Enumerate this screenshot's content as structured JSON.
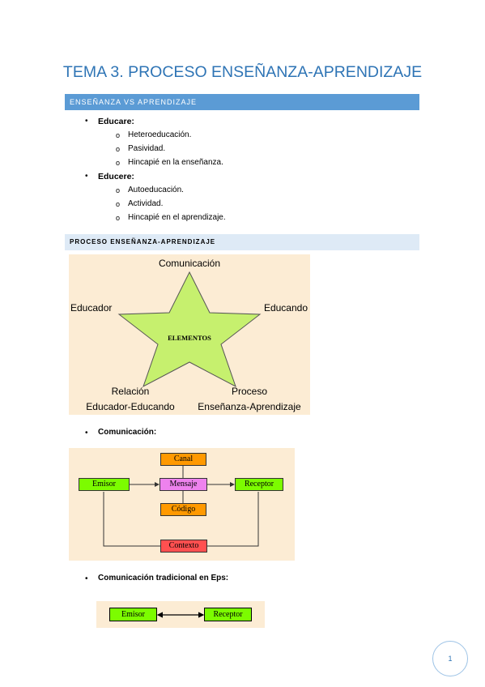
{
  "title": "TEMA 3. PROCESO ENSEÑANZA-APRENDIZAJE",
  "section1": {
    "heading": "ENSEÑANZA VS APRENDIZAJE",
    "groups": [
      {
        "label": "Educare:",
        "items": [
          "Heteroeducación.",
          "Pasividad.",
          "Hincapié en la enseñanza."
        ]
      },
      {
        "label": "Educere:",
        "items": [
          "Autoeducación.",
          "Actividad.",
          "Hincapié en el aprendizaje."
        ]
      }
    ]
  },
  "section2": {
    "heading": "PROCESO ENSEÑANZA-APRENDIZAJE",
    "star": {
      "center": "ELEMENTOS",
      "top": "Comunicación",
      "left": "Educador",
      "right": "Educando",
      "bottom_left_1": "Relación",
      "bottom_left_2": "Educador-Educando",
      "bottom_right_1": "Proceso",
      "bottom_right_2": "Enseñanza-Aprendizaje"
    },
    "bullet_comunicacion": "Comunicación:",
    "comm_diagram": {
      "emisor": "Emisor",
      "canal": "Canal",
      "mensaje": "Mensaje",
      "codigo": "Código",
      "receptor": "Receptor",
      "contexto": "Contexto"
    },
    "bullet_tradicional": "Comunicación tradicional en Eps:",
    "trad_diagram": {
      "emisor": "Emisor",
      "receptor": "Receptor"
    }
  },
  "page_number": "1",
  "colors": {
    "title": "#2e74b5",
    "h1_bar": "#5b9bd5",
    "h2_bar": "#deeaf6",
    "figure_bg": "#fcecd4",
    "green": "#7cfc00",
    "orange": "#ff9900",
    "pink": "#ee82ee",
    "red": "#ff5050",
    "star": "#c6f06e"
  }
}
